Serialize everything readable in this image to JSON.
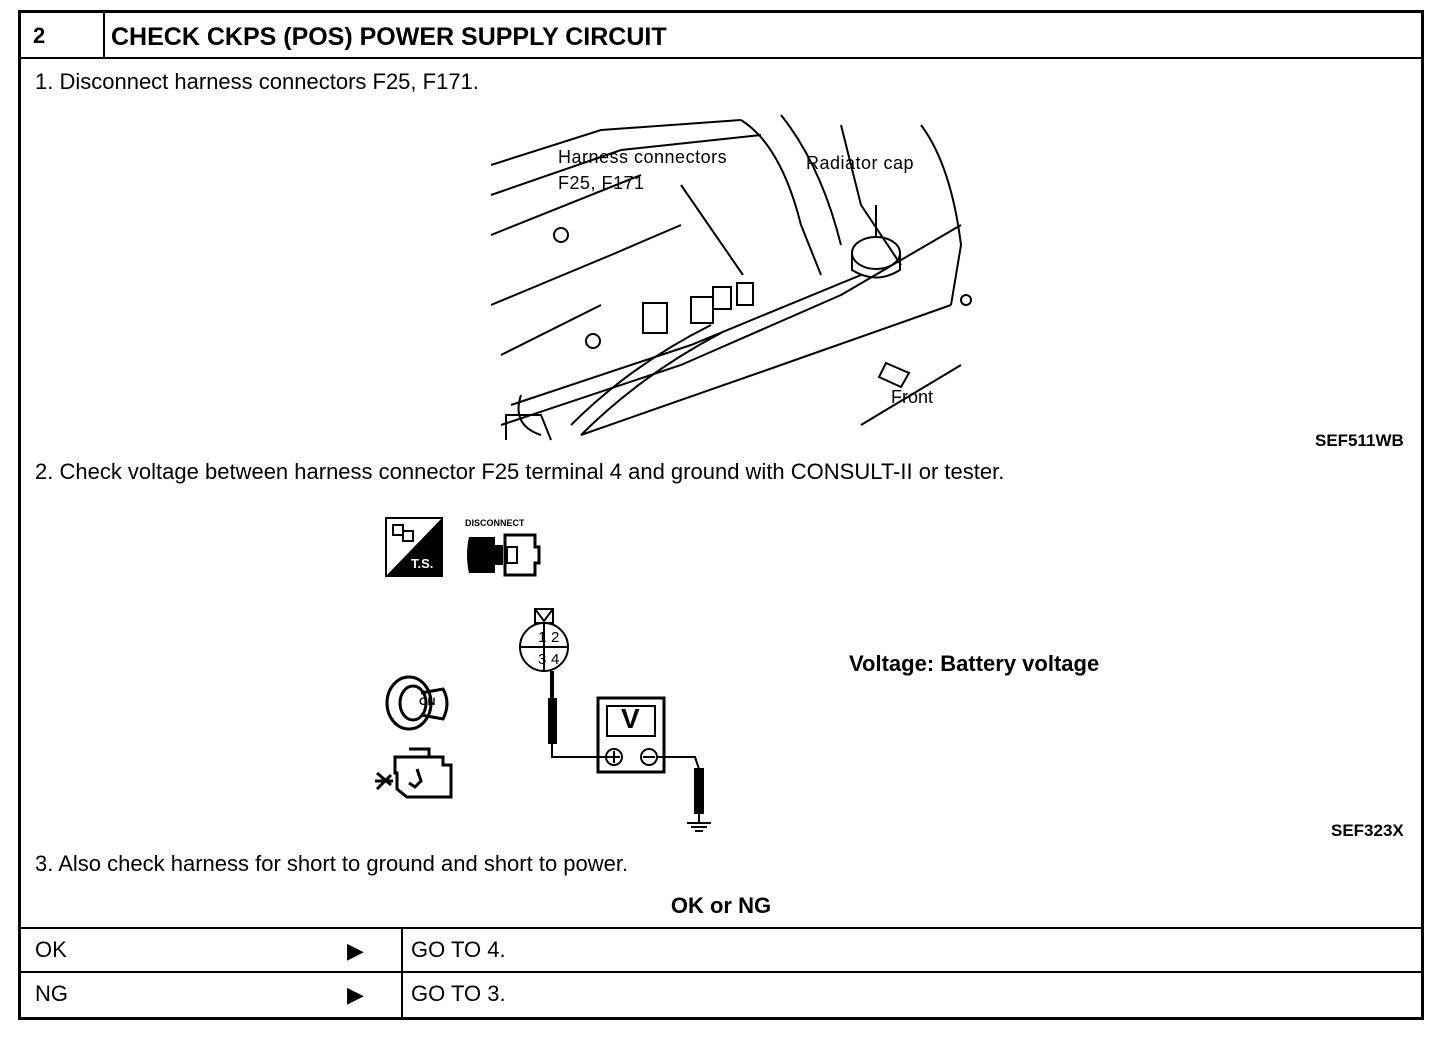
{
  "header": {
    "step_number": "2",
    "title": "CHECK CKPS (POS) POWER SUPPLY CIRCUIT"
  },
  "steps": [
    "1.  Disconnect harness connectors F25, F171.",
    "2.  Check voltage between harness connector F25 terminal 4 and ground with CONSULT-II or tester.",
    "3.  Also check harness for short to ground and short to power."
  ],
  "figure1": {
    "label_connectors_line1": "Harness  connectors",
    "label_connectors_line2": "F25,  F171",
    "label_radiator": "Radiator  cap",
    "label_front": "Front",
    "code": "SEF511WB"
  },
  "figure2": {
    "icon_disconnect_label": "DISCONNECT",
    "icon_ts_label": "T.S.",
    "icon_on_label": "ON",
    "terminal_1": "1",
    "terminal_2": "2",
    "terminal_3": "3",
    "terminal_4": "4",
    "meter_label": "V",
    "spec": "Voltage: Battery voltage",
    "code": "SEF323X"
  },
  "results": {
    "heading": "OK or NG",
    "rows": [
      {
        "label": "OK",
        "arrow": "▶",
        "action": "GO TO 4."
      },
      {
        "label": "NG",
        "arrow": "▶",
        "action": "GO TO 3."
      }
    ]
  }
}
